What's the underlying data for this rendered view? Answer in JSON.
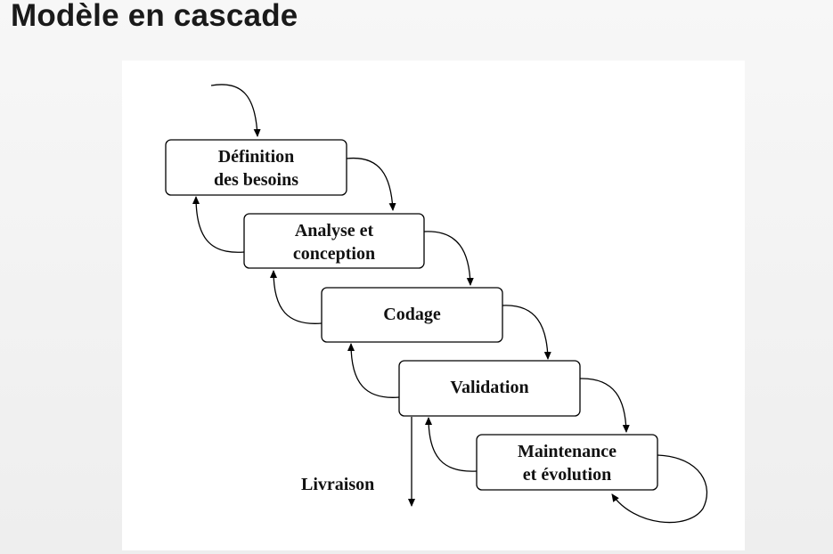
{
  "slide": {
    "title": "Modèle en cascade"
  },
  "diagram": {
    "phases": [
      {
        "id": "definition",
        "lines": [
          "Définition",
          "des besoins"
        ]
      },
      {
        "id": "analyse",
        "lines": [
          "Analyse et",
          "conception"
        ]
      },
      {
        "id": "codage",
        "lines": [
          "Codage"
        ]
      },
      {
        "id": "validation",
        "lines": [
          "Validation"
        ]
      },
      {
        "id": "maintenance",
        "lines": [
          "Maintenance",
          "et évolution"
        ]
      }
    ],
    "delivery_label": "Livraison"
  }
}
